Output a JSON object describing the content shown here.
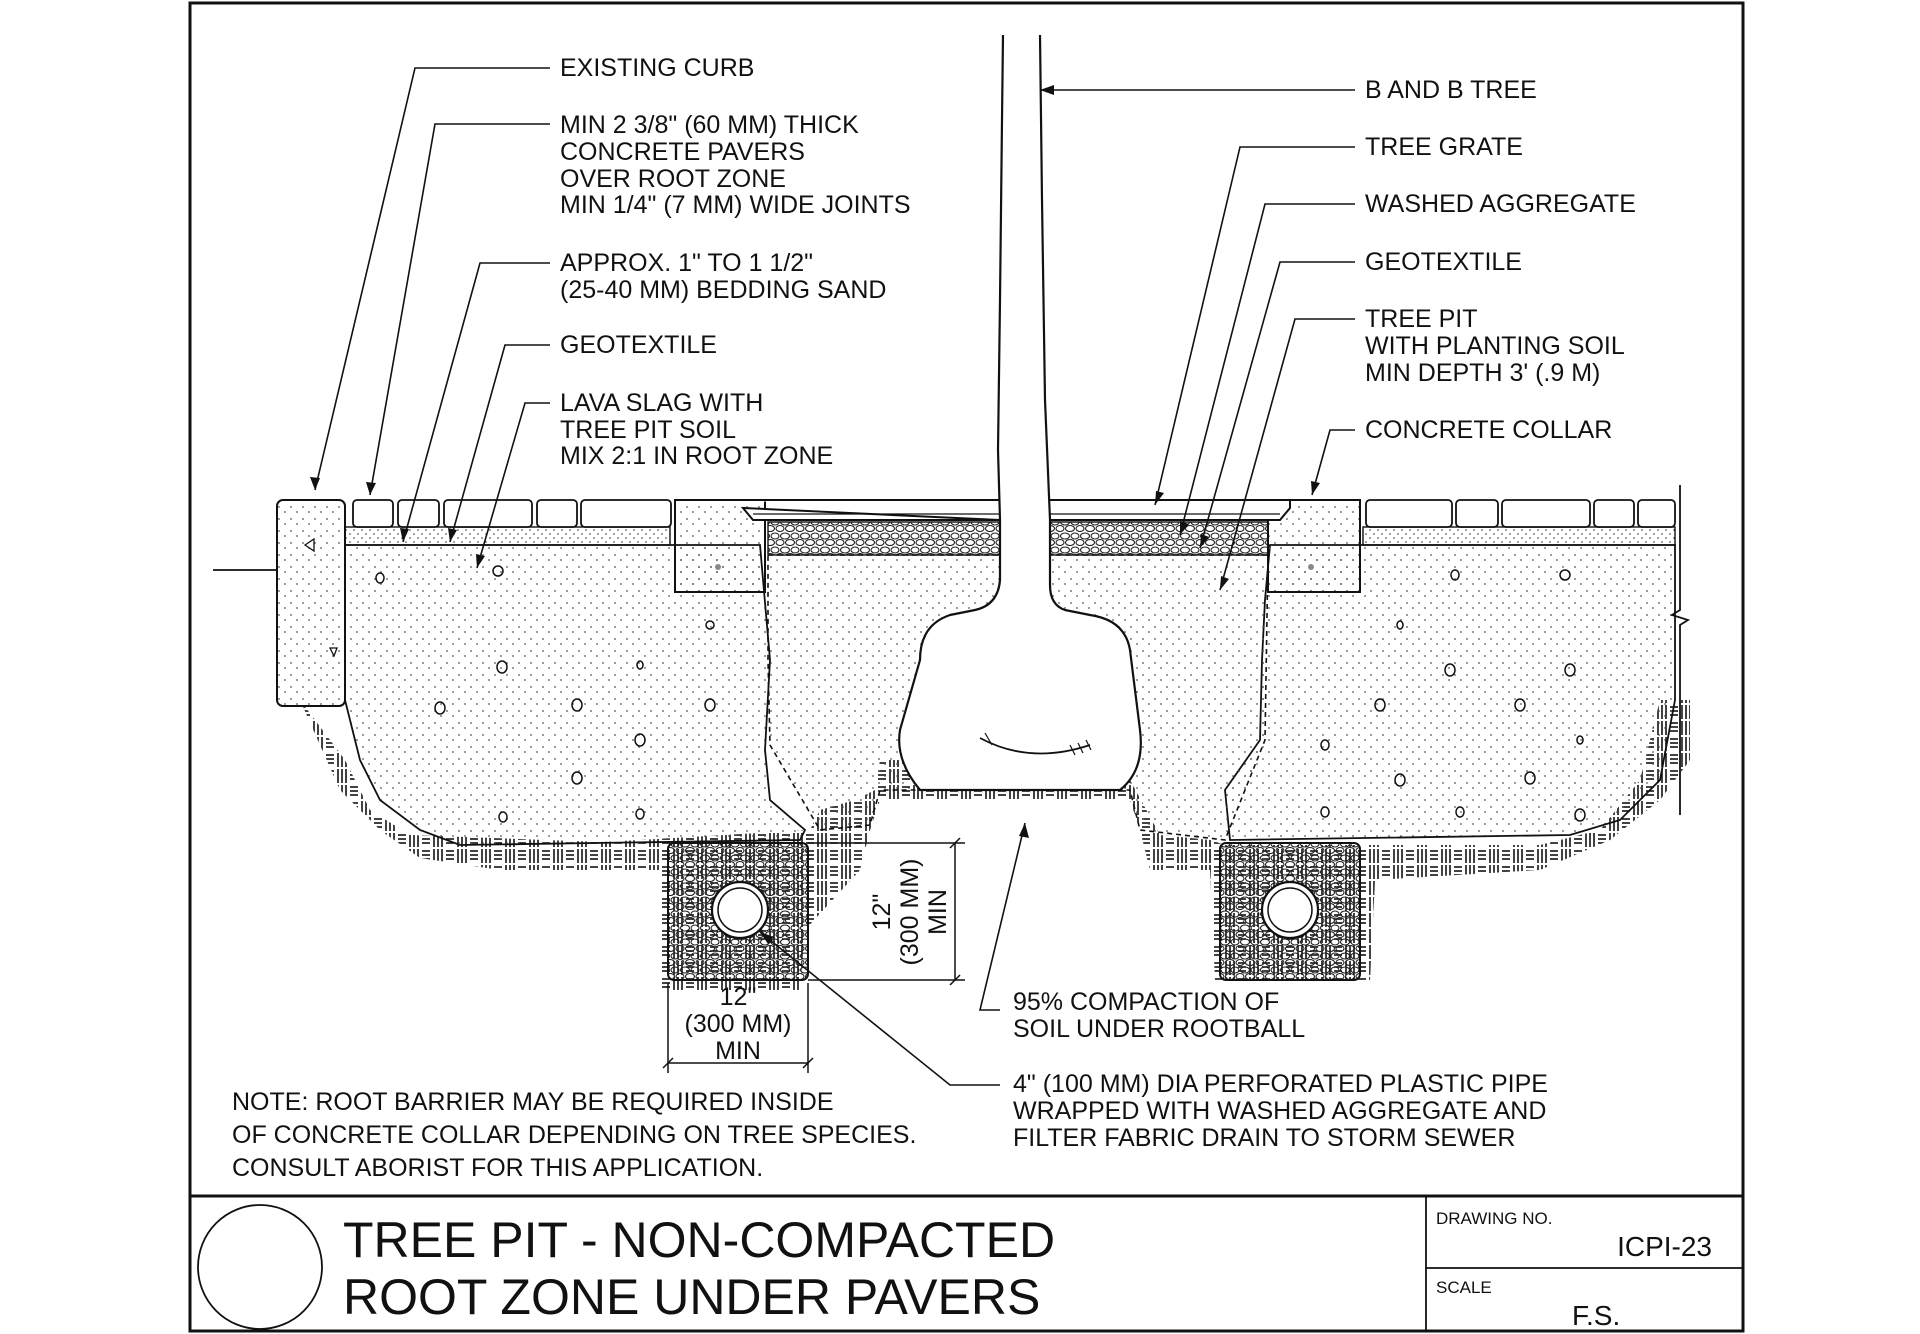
{
  "labels_left": {
    "existing_curb": "EXISTING CURB",
    "pavers": [
      "MIN 2 3/8\" (60 MM) THICK",
      "CONCRETE PAVERS",
      "OVER ROOT ZONE",
      "MIN 1/4\" (7 MM) WIDE JOINTS"
    ],
    "bedding_sand": [
      "APPROX. 1\" TO 1 1/2\"",
      "(25-40 MM) BEDDING SAND"
    ],
    "geotextile": "GEOTEXTILE",
    "lava_slag": [
      "LAVA SLAG WITH",
      "TREE PIT SOIL",
      "MIX 2:1 IN ROOT ZONE"
    ]
  },
  "labels_right": {
    "b_and_b_tree": "B AND B TREE",
    "tree_grate": "TREE GRATE",
    "washed_aggregate": "WASHED AGGREGATE",
    "geotextile": "GEOTEXTILE",
    "tree_pit": [
      "TREE PIT",
      "WITH PLANTING SOIL",
      "MIN DEPTH 3' (.9 M)"
    ],
    "concrete_collar": "CONCRETE COLLAR"
  },
  "dimensions": {
    "vertical": [
      "12\"",
      "(300 MM)",
      "MIN"
    ],
    "horizontal": [
      "12\"",
      "(300 MM)",
      "MIN"
    ]
  },
  "labels_bottom": {
    "compaction": [
      "95% COMPACTION OF",
      "SOIL UNDER ROOTBALL"
    ],
    "pipe": [
      "4\" (100 MM) DIA PERFORATED PLASTIC PIPE",
      "WRAPPED WITH WASHED AGGREGATE AND",
      "FILTER FABRIC DRAIN TO STORM SEWER"
    ]
  },
  "note": [
    "NOTE: ROOT BARRIER MAY BE REQUIRED INSIDE",
    "OF CONCRETE COLLAR DEPENDING ON TREE SPECIES.",
    "CONSULT ABORIST FOR THIS APPLICATION."
  ],
  "title_block": {
    "title": [
      "TREE PIT - NON-COMPACTED",
      "ROOT ZONE UNDER PAVERS"
    ],
    "drawing_no_label": "DRAWING NO.",
    "drawing_no": "ICPI-23",
    "scale_label": "SCALE",
    "scale": "F.S."
  }
}
